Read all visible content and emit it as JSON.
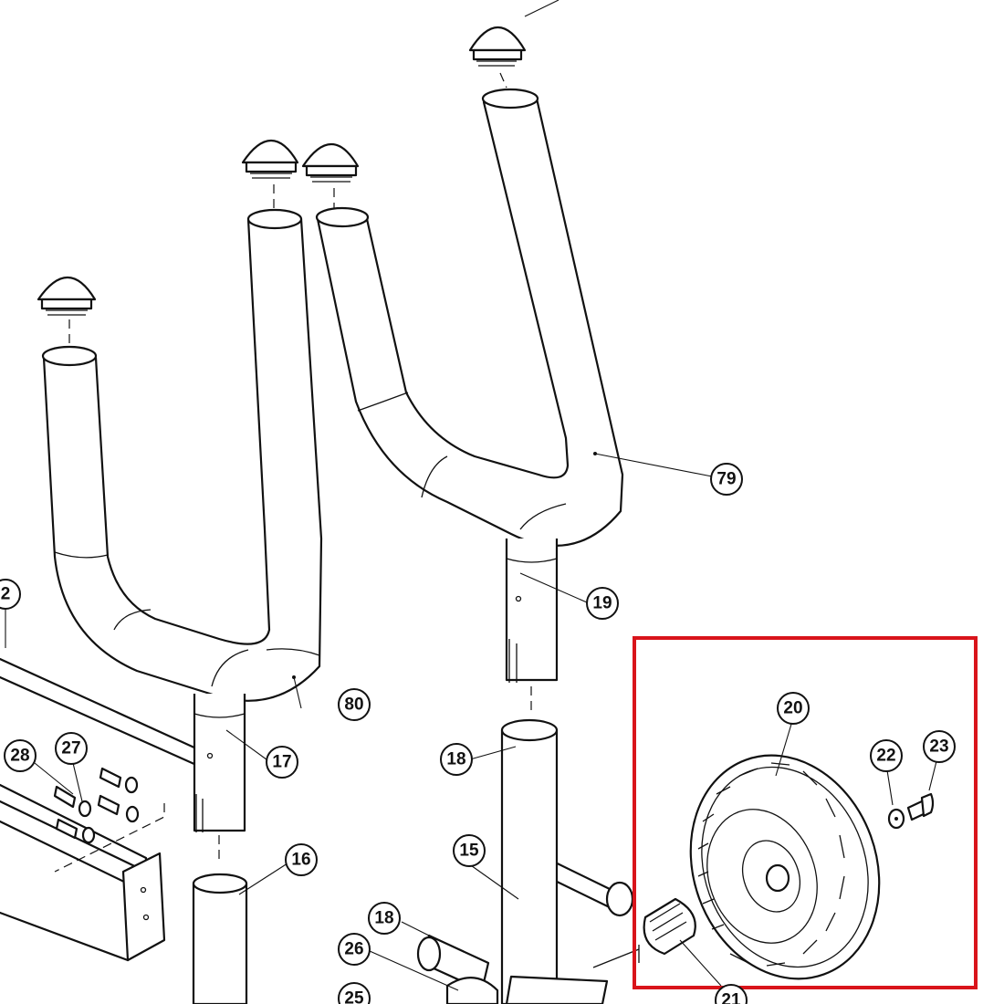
{
  "callouts": {
    "c2": "2",
    "c15": "15",
    "c16": "16",
    "c17": "17",
    "c18a": "18",
    "c18b": "18",
    "c19": "19",
    "c20": "20",
    "c21": "21",
    "c22": "22",
    "c23": "23",
    "c25": "25",
    "c26": "26",
    "c27": "27",
    "c28": "28",
    "c79": "79",
    "c80": "80"
  },
  "highlight": {
    "color": "#d9141b"
  }
}
